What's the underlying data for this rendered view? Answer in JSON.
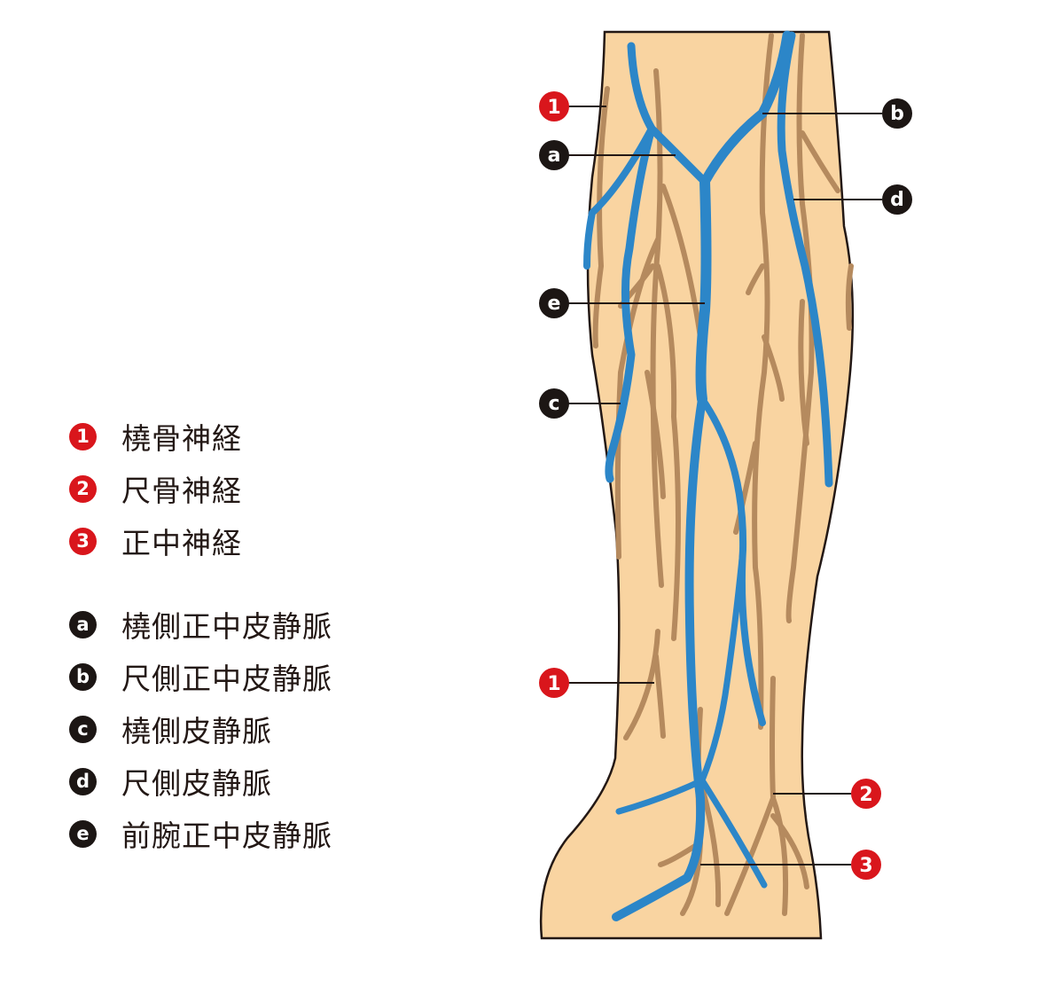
{
  "colors": {
    "skin": "#f9d4a1",
    "skin_outline": "#231815",
    "nerve": "#b58a5e",
    "vein": "#2c86c8",
    "nerve_marker": "#d9161c",
    "vein_marker": "#1c1614",
    "leader_line": "#231815"
  },
  "callouts": {
    "radial_nerve_upper": "1",
    "radial_nerve_lower": "1",
    "ulnar_nerve": "2",
    "median_nerve": "3",
    "median_cephalic": "a",
    "median_basilic": "b",
    "cephalic": "c",
    "basilic": "d",
    "median_antebrachial": "e"
  },
  "legend": {
    "nerves": [
      {
        "marker": "1",
        "label": "橈骨神経"
      },
      {
        "marker": "2",
        "label": "尺骨神経"
      },
      {
        "marker": "3",
        "label": "正中神経"
      }
    ],
    "veins": [
      {
        "marker": "a",
        "label": "橈側正中皮静脈"
      },
      {
        "marker": "b",
        "label": "尺側正中皮静脈"
      },
      {
        "marker": "c",
        "label": "橈側皮静脈"
      },
      {
        "marker": "d",
        "label": "尺側皮静脈"
      },
      {
        "marker": "e",
        "label": "前腕正中皮静脈"
      }
    ]
  }
}
